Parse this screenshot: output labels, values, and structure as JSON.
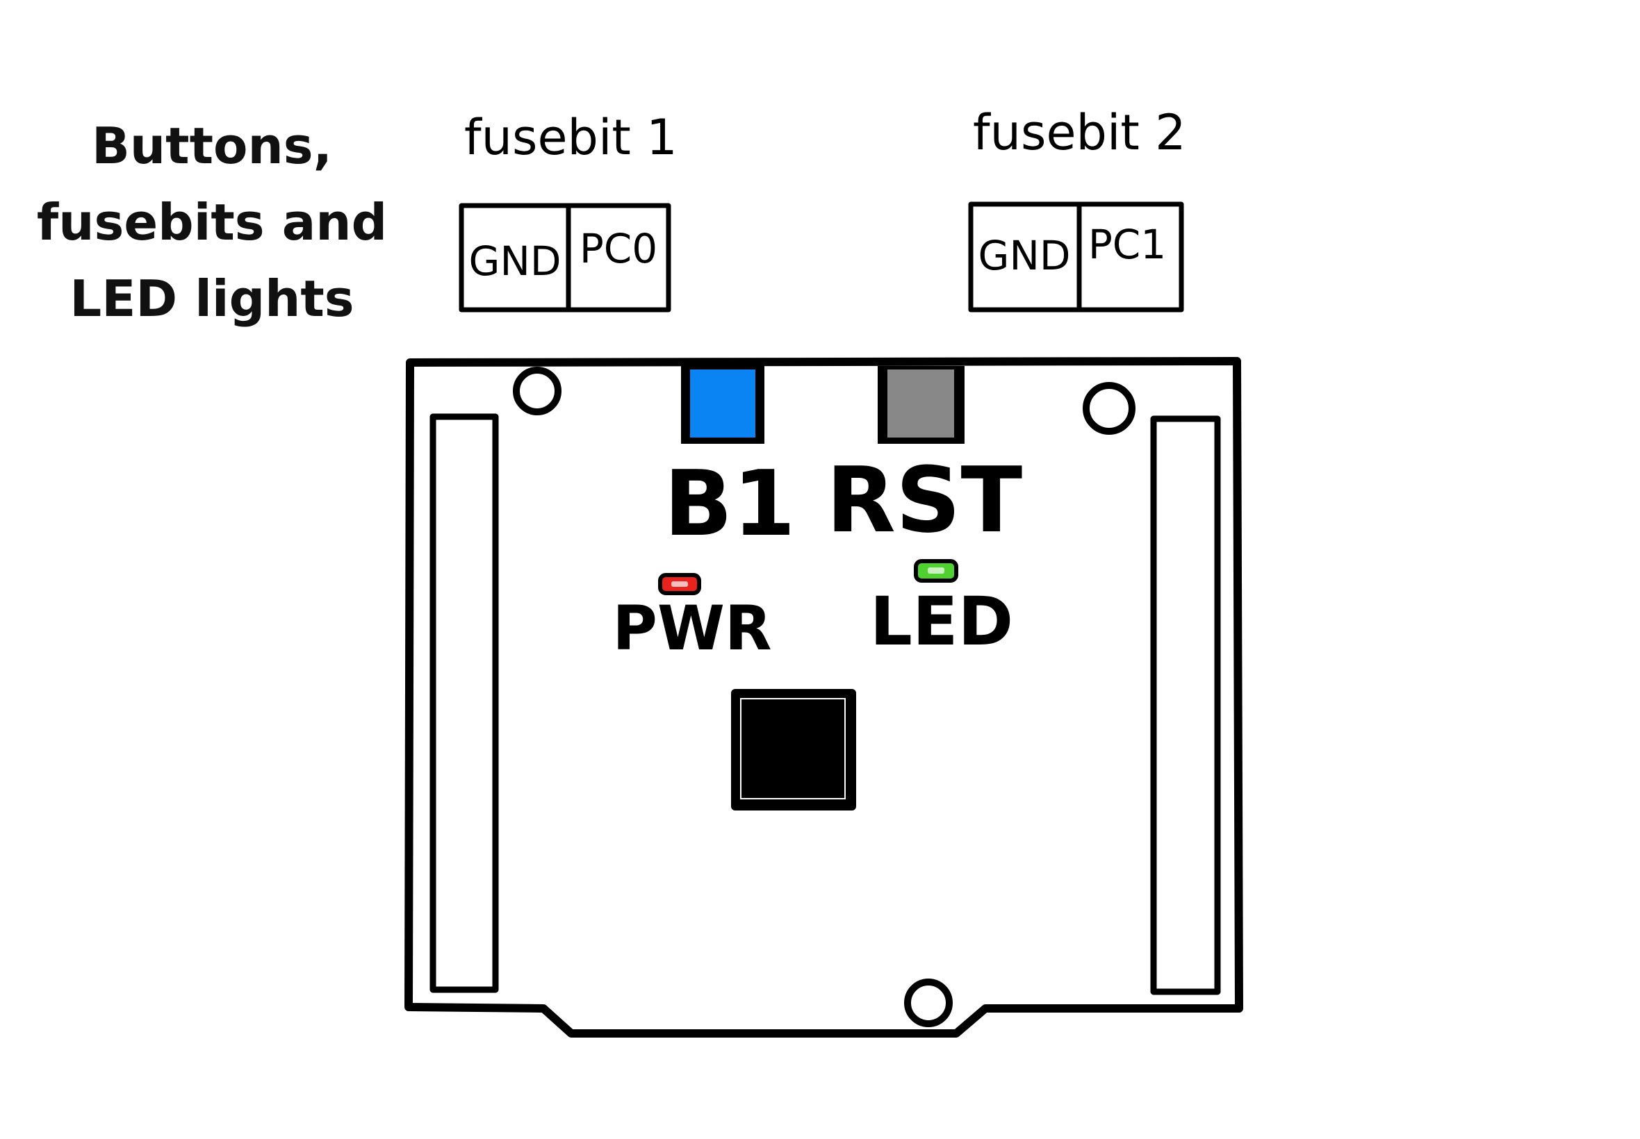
{
  "title": {
    "line1": "Buttons,",
    "line2": "fusebits and",
    "line3": "LED lights"
  },
  "fusebits": [
    {
      "label": "fusebit 1",
      "left_pin": "GND",
      "right_pin": "PC0"
    },
    {
      "label": "fusebit 2",
      "left_pin": "GND",
      "right_pin": "PC1"
    }
  ],
  "buttons": [
    {
      "label": "B1",
      "color": "#0b84f3"
    },
    {
      "label": "RST",
      "color": "#888888"
    }
  ],
  "leds": [
    {
      "label": "PWR",
      "color": "#e8231e"
    },
    {
      "label": "LED",
      "color": "#4fd230"
    }
  ],
  "colors": {
    "outline": "#000000",
    "chip": "#000000",
    "background": "#ffffff"
  }
}
